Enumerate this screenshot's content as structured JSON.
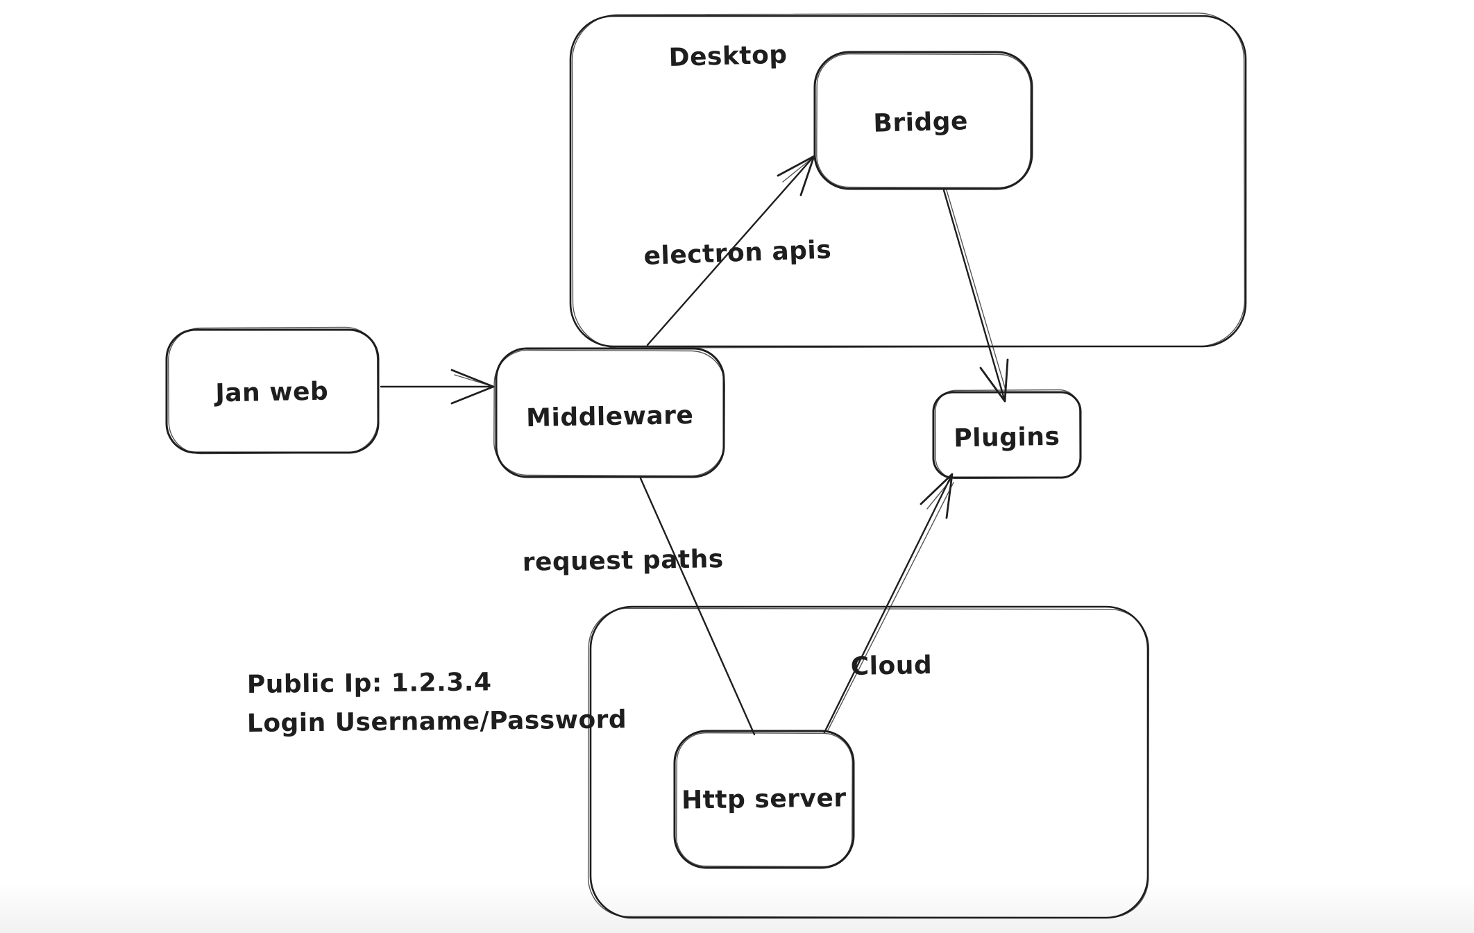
{
  "canvas": {
    "background_color": "#ffffff",
    "ink_color": "#1e1e1e"
  },
  "containers": [
    {
      "label": "Desktop"
    },
    {
      "label": "Cloud"
    }
  ],
  "nodes": [
    {
      "label": "Jan web"
    },
    {
      "label": "Middleware"
    },
    {
      "label": "Bridge"
    },
    {
      "label": "Plugins"
    },
    {
      "label": "Http server"
    }
  ],
  "edges": [
    {
      "from": "Jan web",
      "to": "Middleware",
      "label": "",
      "arrowhead": "arrow"
    },
    {
      "from": "Middleware",
      "to": "Bridge",
      "label": "electron apis",
      "arrowhead": "arrow"
    },
    {
      "from": "Bridge",
      "to": "Plugins",
      "label": "",
      "arrowhead": "arrow"
    },
    {
      "from": "Middleware",
      "to": "Http server",
      "label": "request paths",
      "arrowhead": "none"
    },
    {
      "from": "Http server",
      "to": "Plugins",
      "label": "",
      "arrowhead": "arrow"
    }
  ],
  "annotations": [
    {
      "text": "Public Ip: 1.2.3.4"
    },
    {
      "text": "Login Username/Password"
    }
  ]
}
